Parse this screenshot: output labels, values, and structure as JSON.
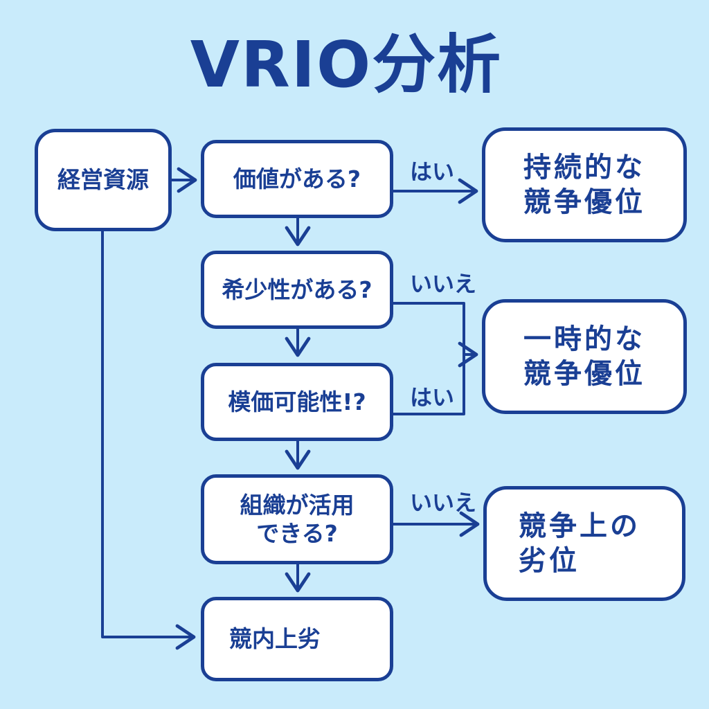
{
  "title": "VRIO分析",
  "nodes": {
    "resources": "経営資源",
    "value": "価値がある?",
    "rarity": "希少性がある?",
    "imitability": "模価可能性!?",
    "organization": "組織が活用\nできる?",
    "competitive_parity": "競内上劣",
    "sustained_advantage": "持続的な\n競争優位",
    "temporary_advantage": "一時的な\n競争優位",
    "competitive_disadvantage": "競争上の\n劣位"
  },
  "edge_labels": {
    "value_yes": "はい",
    "rarity_no": "いいえ",
    "imitability_yes": "はい",
    "organization_no": "いいえ"
  },
  "colors": {
    "background": "#c9ebfb",
    "stroke": "#1a3f94",
    "box_fill": "#ffffff"
  }
}
